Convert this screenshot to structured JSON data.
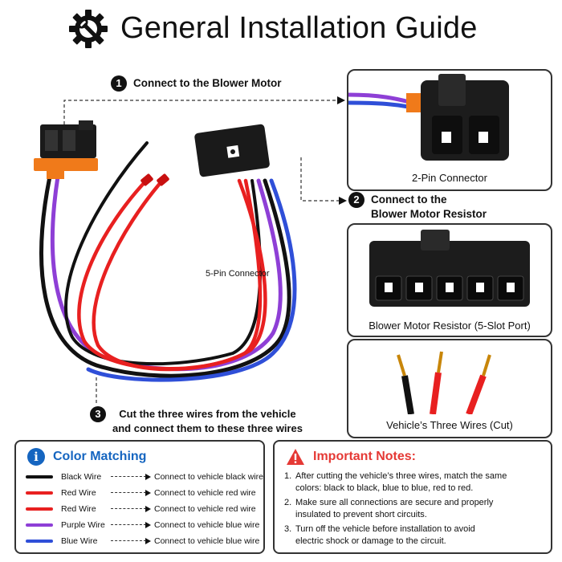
{
  "title": "General Installation Guide",
  "steps": {
    "s1": {
      "num": "1",
      "text": "Connect to the Blower Motor"
    },
    "s2": {
      "num": "2",
      "line1": "Connect to the",
      "line2": "Blower Motor Resistor"
    },
    "s3": {
      "num": "3",
      "line1": "Cut the three wires from the vehicle",
      "line2": "and connect them to these three wires"
    }
  },
  "labels": {
    "five_pin": "5-Pin Connector",
    "two_pin_caption": "2-Pin Connector",
    "resistor_caption": "Blower Motor Resistor (5-Slot Port)",
    "vehicle_caption": "Vehicle’s Three Wires (Cut)"
  },
  "color_matching": {
    "title": "Color Matching",
    "rows": [
      {
        "wire": "Black Wire",
        "dest": "Connect to vehicle black wire",
        "color": "#111111"
      },
      {
        "wire": "Red Wire",
        "dest": "Connect to vehicle red wire",
        "color": "#e82020"
      },
      {
        "wire": "Red Wire",
        "dest": "Connect to vehicle red wire",
        "color": "#e82020"
      },
      {
        "wire": "Purple Wire",
        "dest": "Connect to vehicle blue wire",
        "color": "#8e3fd6"
      },
      {
        "wire": "Blue Wire",
        "dest": "Connect to vehicle blue wire",
        "color": "#2f4fd8"
      }
    ]
  },
  "notes": {
    "title": "Important Notes:",
    "items": [
      {
        "n": "1.",
        "l1": "After cutting the vehicle’s three wires, match the same",
        "l2": "colors: black to black, blue to blue, red to red."
      },
      {
        "n": "2.",
        "l1": "Make sure all connections are secure and properly",
        "l2": "insulated to prevent short circuits."
      },
      {
        "n": "3.",
        "l1": "Turn off the vehicle before installation to avoid",
        "l2": "electric shock or damage to the circuit."
      }
    ]
  },
  "colors": {
    "black": "#111111",
    "red": "#e82020",
    "purple": "#8e3fd6",
    "blue": "#2f4fd8",
    "accent_blue": "#1565c0",
    "accent_red": "#e53935",
    "orange": "#f07a1a"
  },
  "icons": [
    "gear-wrench-icon",
    "info-icon",
    "warning-icon"
  ]
}
